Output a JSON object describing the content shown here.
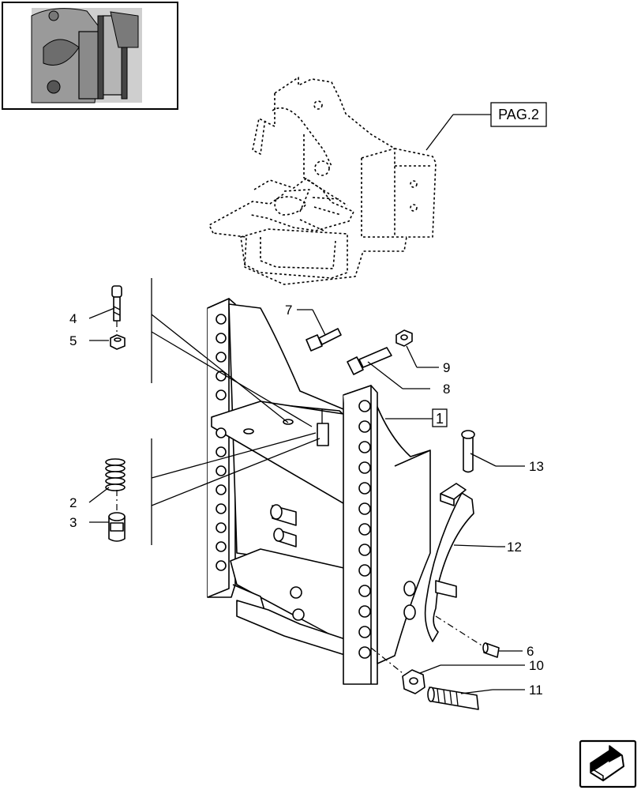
{
  "diagram": {
    "page_reference": "PAG.2",
    "assembly_reference": "1",
    "callouts": [
      {
        "id": "c4",
        "number": "4"
      },
      {
        "id": "c5",
        "number": "5"
      },
      {
        "id": "c2",
        "number": "2"
      },
      {
        "id": "c3",
        "number": "3"
      },
      {
        "id": "c7",
        "number": "7"
      },
      {
        "id": "c9",
        "number": "9"
      },
      {
        "id": "c8",
        "number": "8"
      },
      {
        "id": "c13",
        "number": "13"
      },
      {
        "id": "c12",
        "number": "12"
      },
      {
        "id": "c6",
        "number": "6"
      },
      {
        "id": "c10",
        "number": "10"
      },
      {
        "id": "c11",
        "number": "11"
      }
    ]
  },
  "navigation": {
    "next_icon": "arrow-next-icon"
  }
}
